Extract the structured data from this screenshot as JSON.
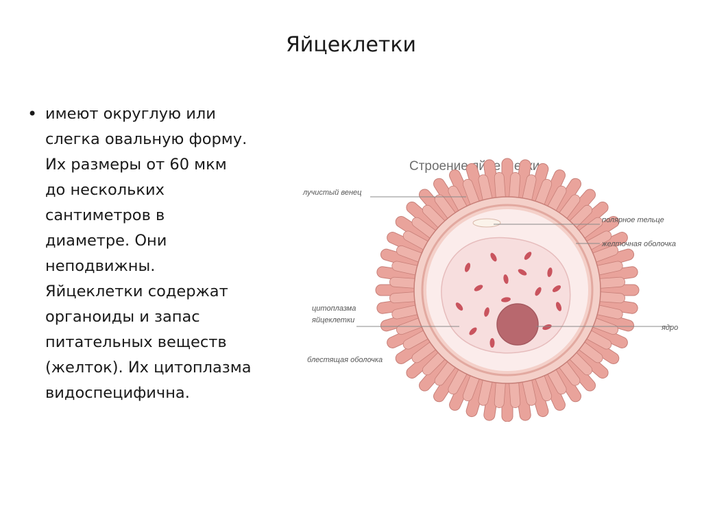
{
  "slide": {
    "title": "Яйцеклетки",
    "bullet_symbol": "•",
    "bullet_text": "имеют округлую или\nслегка овальную форму.\nИх размеры от 60 мкм\nдо нескольких\nсантиметров в\nдиаметре. Они\nнеподвижны.\nЯйцеклетки содержат\nорганоиды и запас\nпитательных веществ\n(желток). Их цитоплазма\nвидоспецифична."
  },
  "diagram": {
    "caption": "Строение яйцеклетки",
    "labels": {
      "corona": "лучистый венец",
      "polar_body": "полярное тельце",
      "vitelline_membrane": "желточная оболочка",
      "cytoplasm_line1": "цитоплазма",
      "cytoplasm_line2": "яйцеклетки",
      "nucleus": "ядро",
      "zona_pellucida": "блестящая оболочка"
    },
    "colors": {
      "corona_cells": "#e9a39b",
      "corona_outline": "#c77f78",
      "zona": "#f4d0c9",
      "cytoplasm": "#f7dede",
      "organelles": "#c9545e",
      "nucleus": "#b8686e",
      "leader_line": "#888888"
    }
  }
}
